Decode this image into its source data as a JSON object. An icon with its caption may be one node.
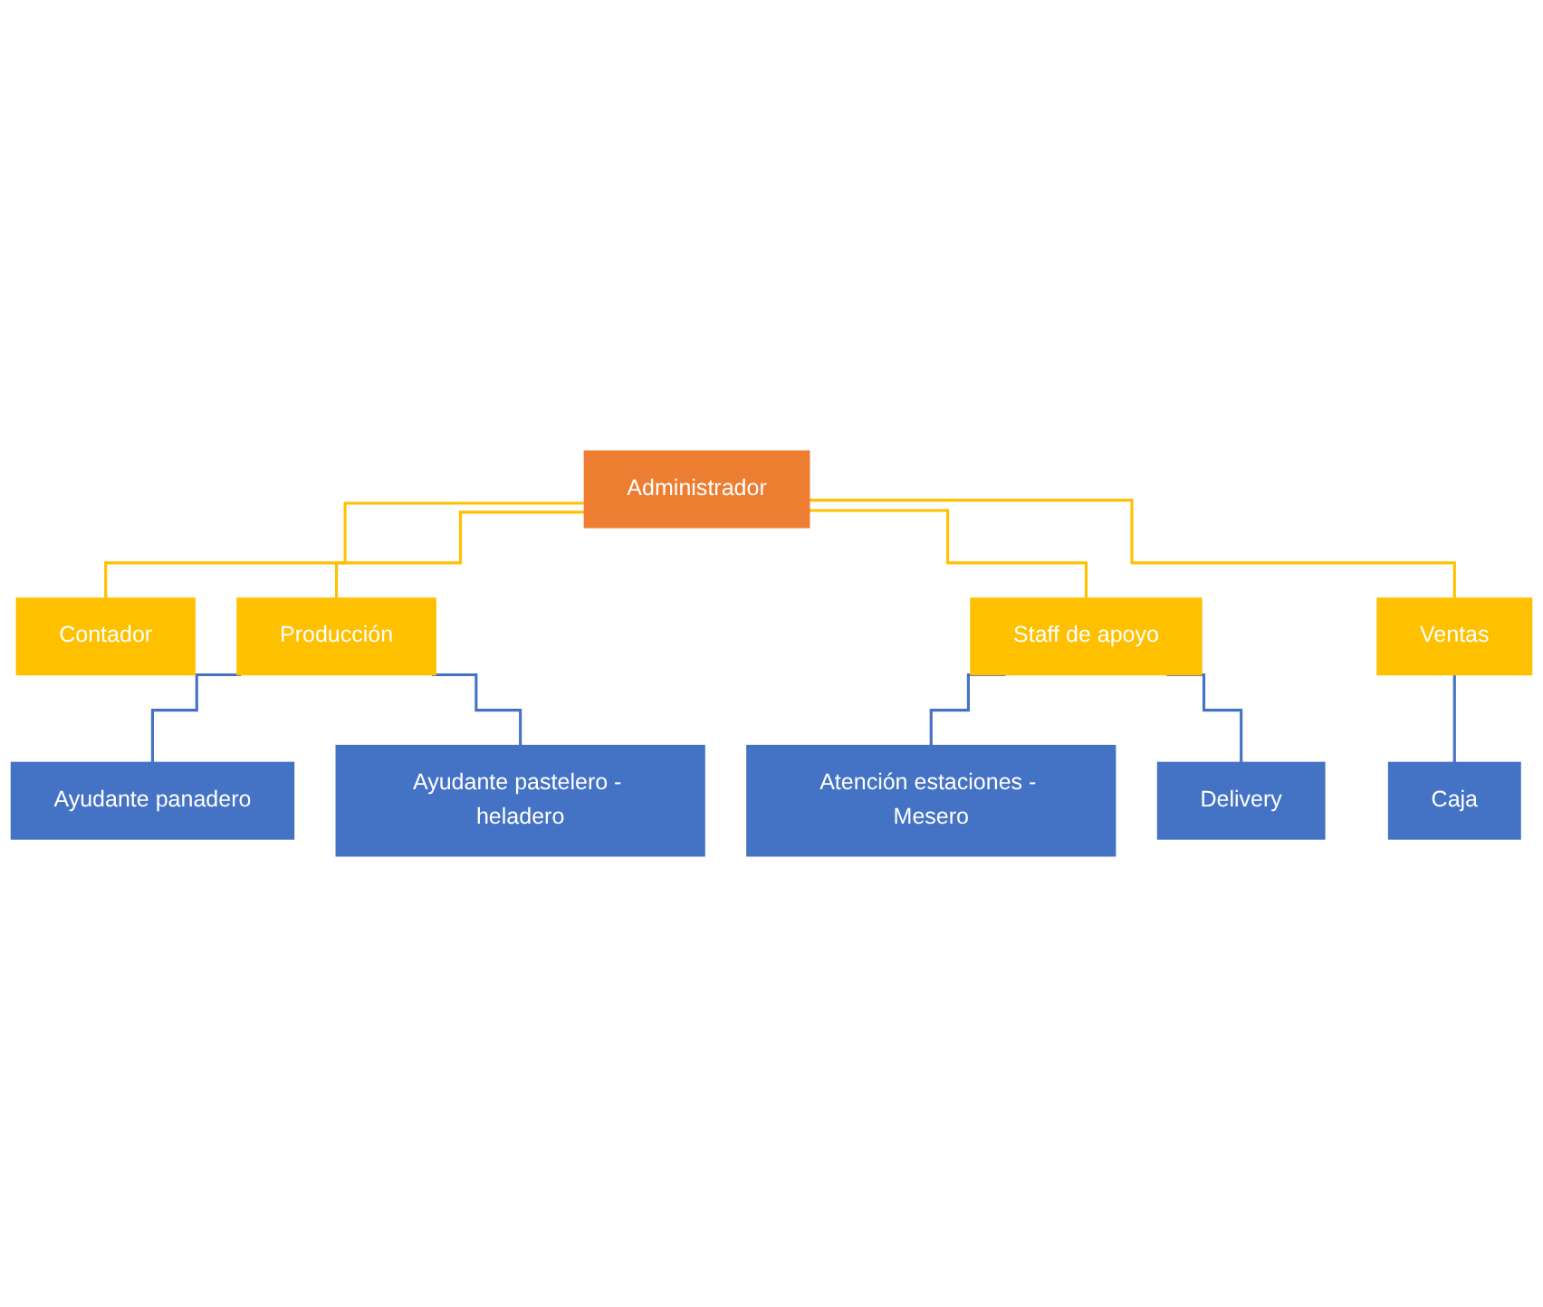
{
  "diagram": {
    "nodes": [
      {
        "text": [
          "Administrador"
        ]
      },
      {
        "text": [
          "Contador"
        ]
      },
      {
        "text": [
          "Producción"
        ]
      },
      {
        "text": [
          "Staff de apoyo"
        ]
      },
      {
        "text": [
          "Ventas"
        ]
      },
      {
        "text": [
          "Ayudante panadero"
        ]
      },
      {
        "text": [
          "Ayudante pastelero - heladero"
        ]
      },
      {
        "text": [
          "Atención estaciones - Mesero"
        ]
      },
      {
        "text": [
          "Delivery"
        ]
      },
      {
        "text": [
          "Caja"
        ]
      }
    ],
    "edges": [
      {
        "from": 0,
        "to": 1,
        "arrow": "none",
        "color": "#ffc000"
      },
      {
        "from": 0,
        "to": 2,
        "arrow": "none",
        "color": "#ffc000"
      },
      {
        "from": 0,
        "to": 3,
        "arrow": "none",
        "color": "#ffc000"
      },
      {
        "from": 0,
        "to": 4,
        "arrow": "none",
        "color": "#ffc000"
      },
      {
        "from": 2,
        "to": 5,
        "arrow": "none"
      },
      {
        "from": 2,
        "to": 6,
        "arrow": "none"
      },
      {
        "from": 3,
        "to": 7,
        "arrow": "none"
      },
      {
        "from": 3,
        "to": 8,
        "arrow": "none"
      },
      {
        "from": 4,
        "to": 9,
        "arrow": "none"
      }
    ]
  }
}
